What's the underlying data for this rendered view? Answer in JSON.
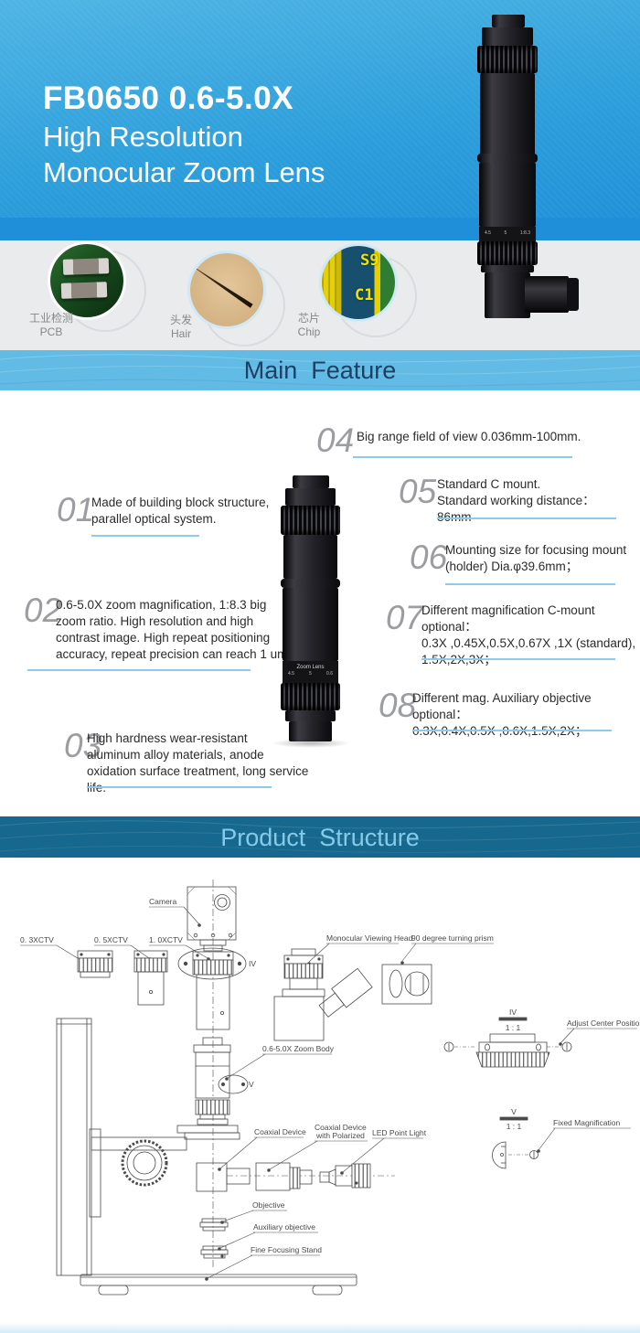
{
  "hero": {
    "title1": "FB0650 0.6-5.0X",
    "title2": "High Resolution",
    "title3": "Monocular Zoom Lens"
  },
  "samples": [
    {
      "zh": "工业检测",
      "en": "PCB"
    },
    {
      "zh": "头发",
      "en": "Hair"
    },
    {
      "zh": "芯片",
      "en": "Chip"
    }
  ],
  "chip": {
    "top": "S9",
    "bottom": "C1"
  },
  "headers": {
    "main_feature": "Main  Feature",
    "product_structure": "Product  Structure"
  },
  "features": [
    {
      "num": "01",
      "text": "Made of building block structure,\nparallel optical system."
    },
    {
      "num": "02",
      "text": "0.6-5.0X zoom magnification, 1:8.3 big\nzoom ratio. High resolution and high\ncontrast image. High repeat positioning\naccuracy, repeat precision can reach 1 um."
    },
    {
      "num": "03",
      "text": "High hardness wear-resistant\naluminum alloy materials, anode\noxidation surface treatment, long service life."
    },
    {
      "num": "04",
      "text": "Big range field of view 0.036mm-100mm."
    },
    {
      "num": "05",
      "text": "Standard C mount.\nStandard working distance：86mm"
    },
    {
      "num": "06",
      "text": "Mounting size for focusing mount\n(holder) Dia.φ39.6mm；"
    },
    {
      "num": "07",
      "text": "Different magnification C-mount optional：\n0.3X ,0.45X,0.5X,0.67X ,1X (standard),\n1.5X,2X,3X；"
    },
    {
      "num": "08",
      "text": "Different mag. Auxiliary objective optional：\n0.3X,0.4X,0.5X ,0.6X,1.5X,2X；"
    }
  ],
  "lens_center": {
    "label": "Zoom Lens",
    "m1": "4.5",
    "m2": "5",
    "m3": "0.6"
  },
  "lens_hero": {
    "m1": "4.5",
    "m2": "5",
    "ratio": "1:8.3"
  },
  "diagram": {
    "camera": "Camera",
    "ctv03": "0. 3XCTV",
    "ctv05": "0. 5XCTV",
    "ctv10": "1. 0XCTV",
    "iv_mark": "IV",
    "head": "Monocular Viewing Head",
    "prism": "90 degree turning prism",
    "scale1_label": "IV",
    "scale1_ratio": "1 : 1",
    "adjust": "Adjust Center Position",
    "zoom_body": "0.6-5.0X Zoom Body",
    "v_mark": "V",
    "coaxial": "Coaxial Device",
    "coaxial_pol1": "Coaxial Device",
    "coaxial_pol2": "with Polarized",
    "led": "LED Point Light",
    "scale2_label": "V",
    "scale2_ratio": "1 : 1",
    "fixed": "Fixed Magnification",
    "objective": "Objective",
    "aux": "Auxiliary objective",
    "stand": "Fine Focusing Stand"
  },
  "colors": {
    "hero_top": "#4fb5e4",
    "hero_bottom": "#1e8fd8",
    "gray_bg": "#e9ebed",
    "band_light": "#62bbe4",
    "band_light_text": "#1c4066",
    "band_dark": "#17688e",
    "band_dark_text": "#85cbe9",
    "feature_underline": "#8ecbe9",
    "feature_number": "#9c9da0",
    "diagram_line": "#4a4a4a"
  }
}
